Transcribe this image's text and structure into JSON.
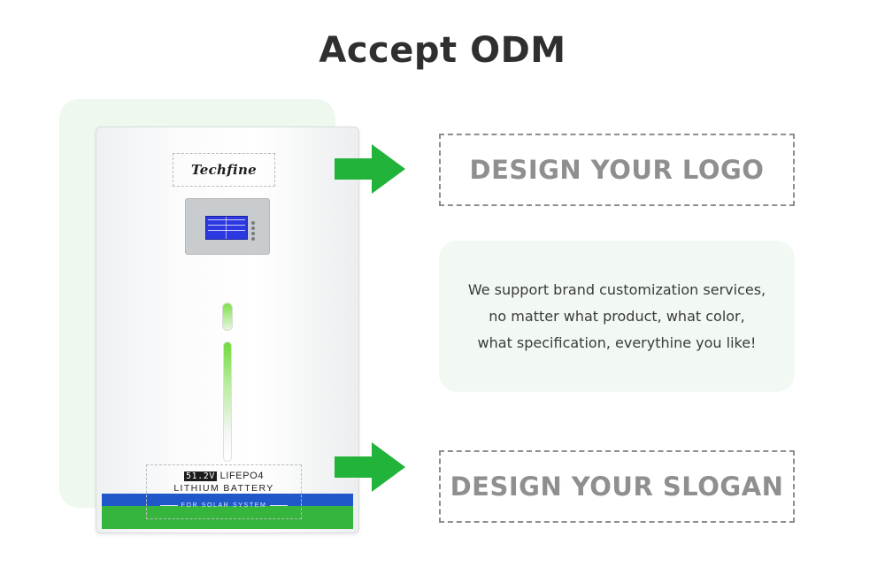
{
  "heading": "Accept ODM",
  "product": {
    "brand_logo": "Techfine",
    "voltage_badge": "51.2V",
    "chemistry": "LIFEPO4",
    "product_type": "LITHIUM BATTERY",
    "application": "FOR SOLAR SYSTEM"
  },
  "callouts": {
    "logo_text": "DESIGN YOUR LOGO",
    "slogan_text": "DESIGN YOUR SLOGAN"
  },
  "info": {
    "lines": [
      "We support brand customization services,",
      "no matter what product, what color,",
      "what specification, everythine you like!"
    ]
  },
  "colors": {
    "arrow": "#22b33a",
    "band_green": "#35b53b",
    "band_blue": "#2057c9",
    "card_bg": "#f2f9f2",
    "dash": "#8e8e8e"
  },
  "icons": [
    "arrow-right-icon"
  ]
}
